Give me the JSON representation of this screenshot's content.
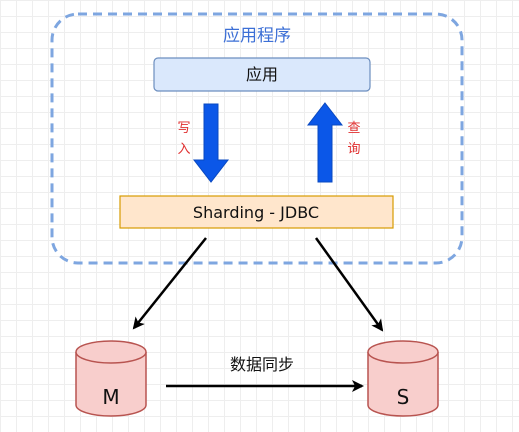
{
  "container": {
    "label": "应用程序"
  },
  "app_box": {
    "label": "应用"
  },
  "sharding_box": {
    "label": "Sharding - JDBC"
  },
  "write_arrow": {
    "label_chars": [
      "写",
      "入"
    ]
  },
  "query_arrow": {
    "label_chars": [
      "查",
      "询"
    ]
  },
  "db_master": {
    "label": "M"
  },
  "db_slave": {
    "label": "S"
  },
  "sync_edge": {
    "label": "数据同步"
  },
  "colors": {
    "container_border": "#7ea6e0",
    "container_label": "#3c6fd6",
    "app_fill": "#dae8fc",
    "app_border": "#6c8ebf",
    "sharding_fill": "#ffe6cc",
    "sharding_border": "#d79b00",
    "arrow_blue": "#0b57e8",
    "arrow_label": "#e03030",
    "db_fill": "#f8cecc",
    "db_border": "#b85450",
    "edge": "#000000"
  }
}
